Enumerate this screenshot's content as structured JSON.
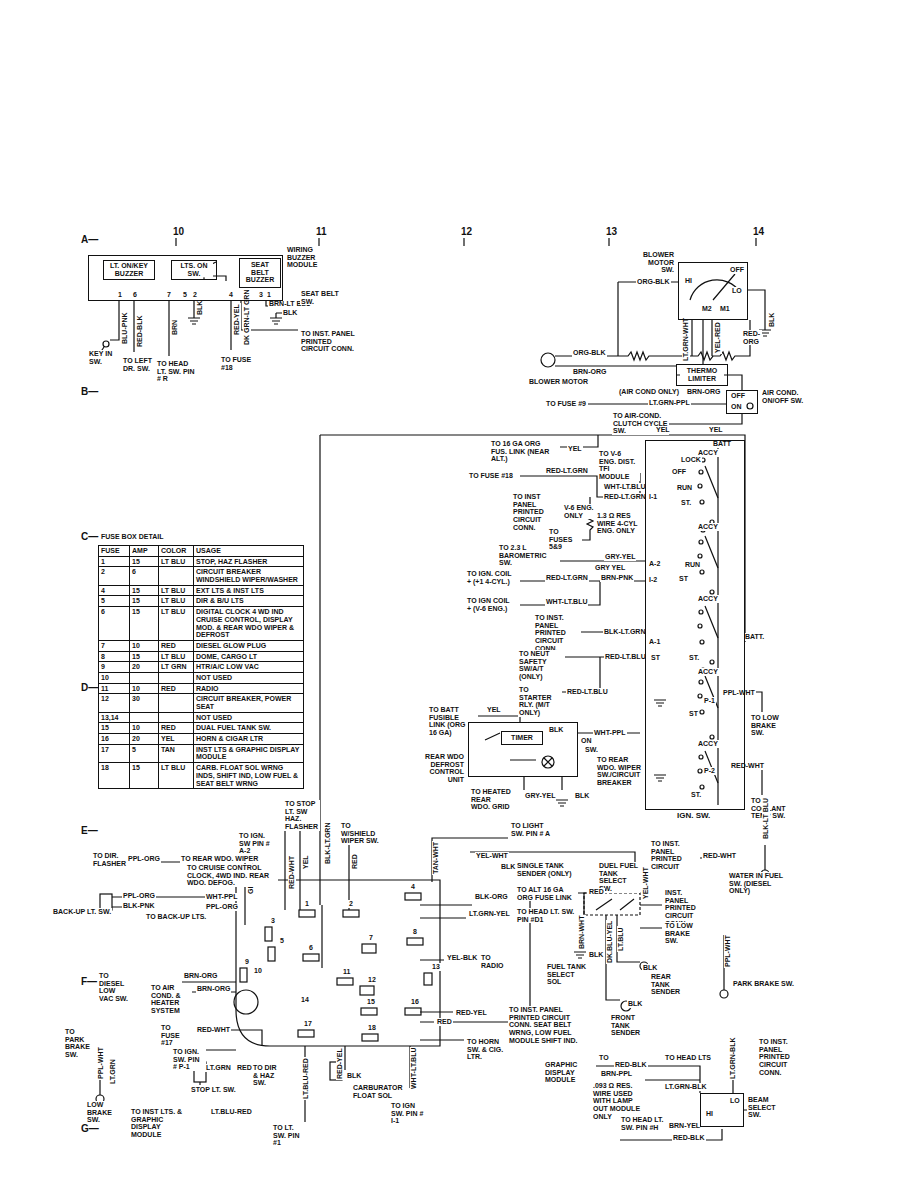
{
  "diagram": {
    "nodes": [
      {
        "text": [
          "WIRING BUZZER MODULE"
        ]
      },
      {
        "text": [
          "LT. ON/KEY BUZZER"
        ],
        "in": 0
      },
      {
        "text": [
          "LTS. ON SW."
        ],
        "in": 0
      },
      {
        "text": [
          "SEAT BELT BUZZER"
        ],
        "in": 0
      },
      {
        "text": [
          "BLOWER MOTOR SW.",
          "HI",
          "M2",
          "M1",
          "LO",
          "OFF"
        ]
      },
      {
        "text": [
          "THERMO LIMITER"
        ]
      },
      {
        "text": [
          "REAR WDO DEFROST CONTROL UNIT"
        ]
      },
      {
        "text": [
          "TIMER"
        ],
        "in": 6
      },
      {
        "text": [
          "IGN. SW."
        ]
      },
      {
        "text": [
          "BEAM SELECT SW.",
          "HI",
          "LO"
        ]
      },
      {
        "text": [
          "AIR COND. ON/OFF SW.",
          "OFF",
          "ON"
        ]
      }
    ],
    "edges": [
      {
        "from": 4,
        "to": 5,
        "arrow": "none"
      },
      {
        "from": 5,
        "to": 10,
        "arrow": "none"
      }
    ],
    "labels": [
      "10",
      "11",
      "12",
      "13",
      "14",
      "A—",
      "B—",
      "C—",
      "D—",
      "E—",
      "F—",
      "G—",
      "1",
      "6",
      "7",
      "5",
      "2",
      "4",
      "3",
      "1",
      "BLU-PNK",
      "RED-BLK",
      "BRN",
      "BLK",
      "RED-YEL",
      "DK GRN-LT GRN",
      "BRN-LT BLU",
      "BLK",
      "SEAT BELT SW.",
      "KEY IN SW.",
      "TO LEFT DR. SW.",
      "TO HEAD LT. SW. PIN # R",
      "TO FUSE #18",
      "TO INST. PANEL PRINTED CIRCUIT CONN.",
      "ORG-BLK",
      "LT.GRN-WHT",
      "YEL-RED",
      "RED-ORG",
      "BLK",
      "ORG-BLK",
      "BRN-ORG",
      "BLOWER MOTOR",
      "(AIR COND ONLY)",
      "BRN-ORG",
      "TO FUSE #9",
      "LT.GRN-PPL",
      "TO AIR-COND. CLUTCH CYCLE SW.",
      "YEL",
      "YEL",
      "TO 16 GA ORG FUS. LINK (NEAR ALT.)",
      "YEL",
      "TO V-6 ENG. DIST. TFI MODULE",
      "BATT",
      "LOCK",
      "ACCY",
      "OFF",
      "RUN",
      "ST.",
      "TO FUSE #18",
      "RED-LT.GRN",
      "WHT-LT.BLU",
      "RED-LT.GRN",
      "I-1",
      "TO INST PANEL PRINTED CIRCUIT CONN.",
      "V-6 ENG. ONLY",
      "1.3 Ω RES WIRE 4-CYL ENG. ONLY",
      "TO FUSES 5&9",
      "TO 2.3 L BAROMETRIC SW.",
      "ACCY",
      "RUN",
      "A-2",
      "ST",
      "GRY-YEL",
      "GRY YEL",
      "TO IGN. COIL + (+1 4-CYL.)",
      "RED-LT.GRN",
      "BRN-PNK",
      "I-2",
      "TO IGN COIL + (V-6 ENG.)",
      "WHT-LT.BLU",
      "ACCY",
      "TO INST. PANEL PRINTED CIRCUIT CONN.",
      "BLK-LT.GRN",
      "A-1",
      "BATT.",
      "TO NEUT SAFETY SW/A/T (ONLY)",
      "RED-LT.BLU",
      "ST",
      "ST.",
      "ACCY",
      "TO STARTER RLY. (M/T ONLY)",
      "RED-LT.BLU",
      "PPL-WHT",
      "P-1",
      "TO LOW BRAKE SW.",
      "ST",
      "TO BATT FUSIBLE LINK (ORG 16 GA)",
      "YEL",
      "ACCY",
      "BLK",
      "WHT-PPL",
      "ON",
      "SW.",
      "TO REAR WDO. WIPER SW./CIRCUIT BREAKER",
      "RED-WHT",
      "P-2",
      "ST.",
      "TO HEATED REAR WDO. GRID",
      "GRY-YEL",
      "BLK",
      "TO COOLANT TEMP SW.",
      "TO STOP LT. SW HAZ. FLASHER",
      "TO W/SHIELD WIPER SW.",
      "TO IGN. SW PIN # A-2",
      "RED-WHT",
      "YEL",
      "BLK-LT.GRN",
      "RED",
      "GRY-YEL",
      "TAN-WHT",
      "TO LIGHT SW. PIN # A",
      "YEL-WHT",
      "BLK",
      "SINGLE TANK SENDER (ONLY)",
      "TO INST. PANEL PRINTED CIRCUIT",
      "RED-WHT",
      "WATER IN FUEL SW. (DIESEL ONLY)",
      "BLK-LT BLU",
      "DUEL FUEL TANK SELECT SW.",
      "RED",
      "YEL-WHT",
      "TO DIR. FLASHER",
      "PPL-ORG",
      "TO REAR WDO. WIPER",
      "TO CRUISE CONTROL CLOCK, 4WD IND. REAR WDO. DEFOG.",
      "BACK-UP LT. SW.",
      "WHT-PPL",
      "PPL-ORG",
      "PPL-ORG",
      "BLK-PNK",
      "TO BACK-UP LTS.",
      "BLK-ORG",
      "TO ALT 16 GA ORG FUSE LINK",
      "LT.GRN-YEL",
      "TO HEAD LT. SW. PIN #D1",
      "INST. PANEL PRINTED CIRCUIT CONN.",
      "TO LOW BRAKE SW.",
      "BRN-WHT",
      "DK.BLU-YEL",
      "LT.BLU",
      "PPL-WHT",
      "YEL-BLK",
      "TO RADIO",
      "BLK",
      "FUEL TANK SELECT SOL",
      "BLK",
      "REAR TANK SENDER",
      "PARK BRAKE SW.",
      "BLK",
      "FRONT TANK SENDER",
      "1",
      "2",
      "3",
      "4",
      "5",
      "6",
      "7",
      "8",
      "9",
      "10",
      "11",
      "12",
      "13",
      "14",
      "15",
      "16",
      "17",
      "18",
      "TO DIESEL LOW VAC SW.",
      "BRN-ORG",
      "BRN-ORG",
      "TO AIR COND. & HEATER SYSTEM",
      "RED-YEL",
      "RED",
      "TO INST. PANEL PRINTED CIRCUIT CONN. SEAT BELT WRNG, LOW FUEL MODULE SHIFT IND.",
      "TO FUSE #17",
      "RED-WHT",
      "TO PARK BRAKE SW.",
      "TO IGN. SW. PIN # P-1",
      "LT.GRN",
      "RED",
      "TO DIR & HAZ SW.",
      "STOP LT. SW.",
      "PPL-WHT",
      "LT.GRN",
      "LOW BRAKE SW.",
      "TO INST LTS. & GRAPHIC DISPLAY MODULE",
      "LT.BLU-RED",
      "LT.BLU-RED",
      "TO LT. SW. PIN #1",
      "RED-YEL",
      "WHT-LT.BLU",
      "BLK",
      "CARBURATOR FLOAT SOL",
      "TO IGN SW. PIN # I-1",
      "TO HORN SW. & CIG. LTR.",
      "TO INST. PANEL PRINTED CIRCUIT CONN.",
      "TO HEAD LTS",
      "TO",
      "RED-BLK",
      "GRAPHIC DISPLAY MODULE",
      "BRN-PPL",
      ".093 Ω RES. WIRE USED WITH LAMP OUT MODULE ONLY",
      "LT.GRN-BLK",
      "LT.GRN-BLK",
      "TO HEAD LT. SW. PIN #H",
      "BRN-YEL",
      "RED-BLK",
      "FUSE BOX DETAIL",
      "FUSE",
      "AMP",
      "COLOR",
      "USAGE",
      "1",
      "15",
      "LT BLU",
      "STOP, HAZ FLASHER",
      "2",
      "6",
      "CIRCUIT BREAKER WINDSHIELD WIPER/WASHER",
      "4",
      "15",
      "LT BLU",
      "EXT LTS & INST LTS",
      "5",
      "15",
      "LT BLU",
      "DIR & B/U LTS",
      "6",
      "15",
      "LT BLU",
      "DIGITAL CLOCK 4 WD IND CRUISE CONTROL, DISPLAY MOD. & REAR WDO WIPER & DEFROST",
      "7",
      "10",
      "RED",
      "DIESEL GLOW PLUG",
      "8",
      "15",
      "LT BLU",
      "DOME, CARGO LT",
      "9",
      "20",
      "LT GRN",
      "HTR/A/C LOW VAC",
      "10",
      "NOT USED",
      "11",
      "10",
      "RED",
      "RADIO",
      "12",
      "30",
      "CIRCUIT BREAKER, POWER SEAT",
      "13,14",
      "NOT USED",
      "15",
      "10",
      "RED",
      "DUAL FUEL TANK SW.",
      "16",
      "20",
      "YEL",
      "HORN & CIGAR LTR",
      "17",
      "5",
      "TAN",
      "INST LTS & GRAPHIC DISPLAY MODULE",
      "18",
      "15",
      "LT BLU",
      "CARB. FLOAT SOL WRNG INDS, SHIFT IND, LOW FUEL & SEAT BELT WRNG"
    ]
  }
}
